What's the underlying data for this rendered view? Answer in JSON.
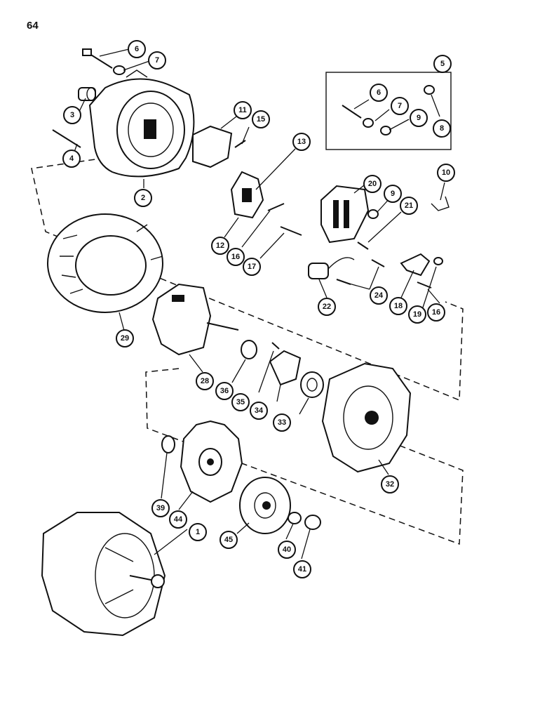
{
  "page_number": "64",
  "callouts": [
    {
      "id": "c6a",
      "label": "6"
    },
    {
      "id": "c7a",
      "label": "7"
    },
    {
      "id": "c3",
      "label": "3"
    },
    {
      "id": "c4",
      "label": "4"
    },
    {
      "id": "c2",
      "label": "2"
    },
    {
      "id": "c11",
      "label": "11"
    },
    {
      "id": "c15",
      "label": "15"
    },
    {
      "id": "c13",
      "label": "13"
    },
    {
      "id": "c5",
      "label": "5"
    },
    {
      "id": "c6b",
      "label": "6"
    },
    {
      "id": "c7b",
      "label": "7"
    },
    {
      "id": "c9a",
      "label": "9"
    },
    {
      "id": "c8",
      "label": "8"
    },
    {
      "id": "c10",
      "label": "10"
    },
    {
      "id": "c20",
      "label": "20"
    },
    {
      "id": "c9b",
      "label": "9"
    },
    {
      "id": "c21",
      "label": "21"
    },
    {
      "id": "c12",
      "label": "12"
    },
    {
      "id": "c16a",
      "label": "16"
    },
    {
      "id": "c17",
      "label": "17"
    },
    {
      "id": "c22",
      "label": "22"
    },
    {
      "id": "c24",
      "label": "24"
    },
    {
      "id": "c18",
      "label": "18"
    },
    {
      "id": "c19",
      "label": "19"
    },
    {
      "id": "c16b",
      "label": "16"
    },
    {
      "id": "c29",
      "label": "29"
    },
    {
      "id": "c28",
      "label": "28"
    },
    {
      "id": "c36",
      "label": "36"
    },
    {
      "id": "c35",
      "label": "35"
    },
    {
      "id": "c34",
      "label": "34"
    },
    {
      "id": "c33",
      "label": "33"
    },
    {
      "id": "c32",
      "label": "32"
    },
    {
      "id": "c39",
      "label": "39"
    },
    {
      "id": "c44",
      "label": "44"
    },
    {
      "id": "c1",
      "label": "1"
    },
    {
      "id": "c45",
      "label": "45"
    },
    {
      "id": "c40",
      "label": "40"
    },
    {
      "id": "c41",
      "label": "41"
    }
  ]
}
